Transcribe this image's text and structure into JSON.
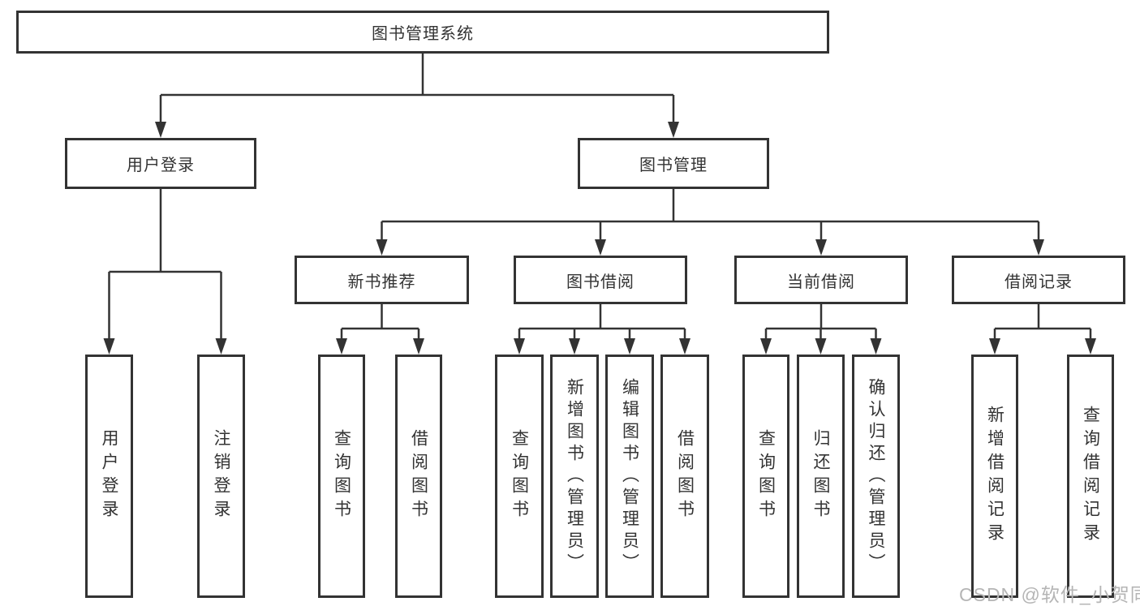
{
  "diagram": {
    "root": {
      "label": "图书管理系统"
    },
    "branches": {
      "user_login": {
        "label": "用户登录",
        "children": [
          {
            "label": "用户登录"
          },
          {
            "label": "注销登录"
          }
        ]
      },
      "book_management": {
        "label": "图书管理",
        "children": [
          {
            "label": "新书推荐",
            "children": [
              {
                "label": "查询图书"
              },
              {
                "label": "借阅图书"
              }
            ]
          },
          {
            "label": "图书借阅",
            "children": [
              {
                "label": "查询图书"
              },
              {
                "label": "新增图书（管理员）"
              },
              {
                "label": "编辑图书（管理员）"
              },
              {
                "label": "借阅图书"
              }
            ]
          },
          {
            "label": "当前借阅",
            "children": [
              {
                "label": "查询图书"
              },
              {
                "label": "归还图书"
              },
              {
                "label": "确认归还（管理员）"
              }
            ]
          },
          {
            "label": "借阅记录",
            "children": [
              {
                "label": "新增借阅记录"
              },
              {
                "label": "查询借阅记录"
              }
            ]
          }
        ]
      }
    }
  },
  "watermark": "CSDN @软件_小贺同学",
  "colors": {
    "line": "#333333",
    "box_border": "#333333",
    "text": "#333333",
    "watermark": "#b5b5b5",
    "background": "#ffffff"
  }
}
